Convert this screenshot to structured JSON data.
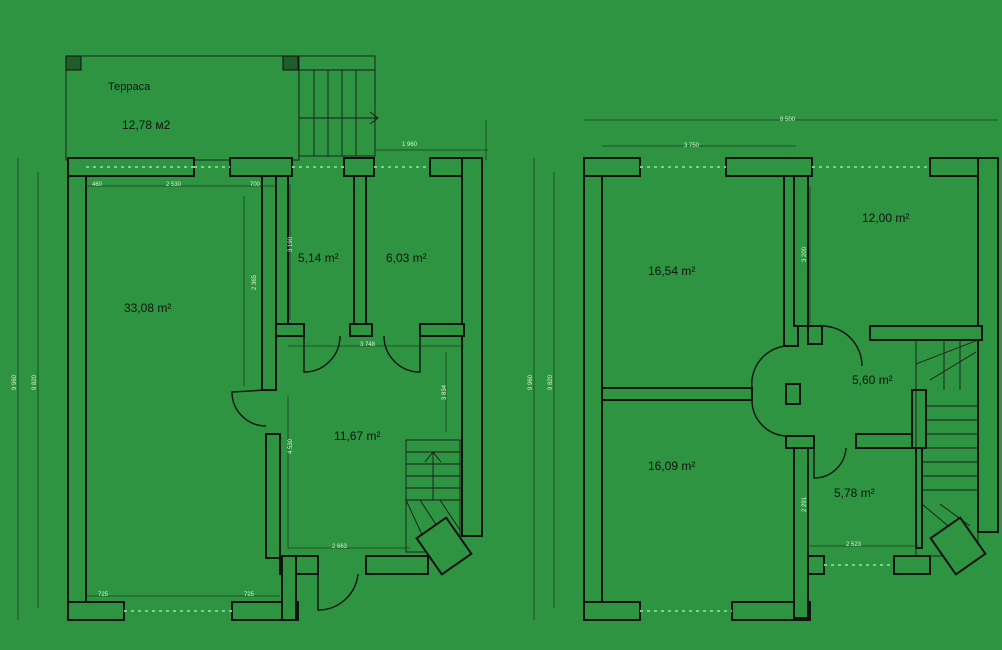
{
  "colors": {
    "background": "#2e9441",
    "wall": "#111111",
    "window": "#7ad08a"
  },
  "terrace": {
    "title": "Терраса",
    "area": "12,78 м2"
  },
  "floor1": {
    "rooms": [
      {
        "id": "living",
        "area": "33,08 m²"
      },
      {
        "id": "room-b",
        "area": "5,14 m²"
      },
      {
        "id": "room-c",
        "area": "6,03 m²"
      },
      {
        "id": "hall",
        "area": "11,67 m²"
      }
    ],
    "dims": {
      "d1960": "1 960",
      "d460": "460",
      "d2530": "2 530",
      "d700": "700",
      "d3190": "3 190",
      "d2365": "2 365",
      "d3748": "3 748",
      "d3834": "3 834",
      "d4530": "4 530",
      "d2663": "2 663",
      "d725a": "725",
      "d725b": "725",
      "d9960": "9 960",
      "d9820": "9 820"
    }
  },
  "floor2": {
    "rooms": [
      {
        "id": "bed-1",
        "area": "16,54 m²"
      },
      {
        "id": "bed-2",
        "area": "12,00 m²"
      },
      {
        "id": "landing",
        "area": "5,60 m²"
      },
      {
        "id": "bed-3",
        "area": "16,09 m²"
      },
      {
        "id": "bath",
        "area": "5,78 m²"
      }
    ],
    "dims": {
      "d8500": "8 500",
      "d3750": "3 750",
      "d3200": "3 200",
      "d2291": "2 291",
      "d2523": "2 523",
      "d9960": "9 960",
      "d9820": "9 820"
    }
  }
}
